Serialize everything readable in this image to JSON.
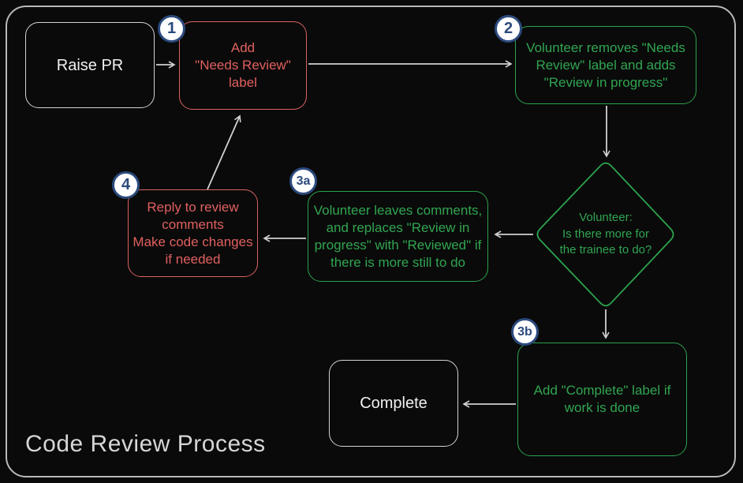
{
  "title": "Code Review Process",
  "colors": {
    "red_accent": "#e0605f",
    "green_accent": "#2fa24d",
    "badge_blue": "#2b4a7d",
    "badge_bg": "#ffffff",
    "neutral_gray": "#d4d4d4",
    "arrow_gray": "#d0d0d0",
    "background": "#0a0a0a"
  },
  "nodes": {
    "raise_pr": {
      "label": "Raise PR"
    },
    "step1": {
      "badge": "1",
      "lines": [
        "Add",
        "\"Needs Review\"",
        "label"
      ]
    },
    "step2": {
      "badge": "2",
      "lines": [
        "Volunteer removes \"Needs",
        "Review\" label and adds",
        "\"Review in progress\""
      ]
    },
    "decision": {
      "lines": [
        "Volunteer:",
        "Is there more for",
        "the trainee to do?"
      ]
    },
    "step3a": {
      "badge": "3a",
      "lines": [
        "Volunteer leaves comments,",
        "and replaces \"Review in",
        "progress\" with \"Reviewed\" if",
        "there is more still to do"
      ]
    },
    "step3b": {
      "badge": "3b",
      "lines": [
        "Add \"Complete\" label if",
        "work is done"
      ]
    },
    "step4": {
      "badge": "4",
      "lines": [
        "Reply to review",
        "comments",
        "Make code changes",
        "if needed"
      ]
    },
    "complete": {
      "label": "Complete"
    }
  }
}
